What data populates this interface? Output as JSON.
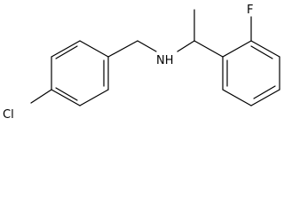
{
  "molecule": {
    "atoms": {
      "chlorine": "Cl",
      "nitrogen_hydrogen": "NH",
      "fluorine": "F"
    }
  },
  "colors": {
    "bond": "#000000",
    "label": "#000000",
    "background": "#ffffff"
  }
}
